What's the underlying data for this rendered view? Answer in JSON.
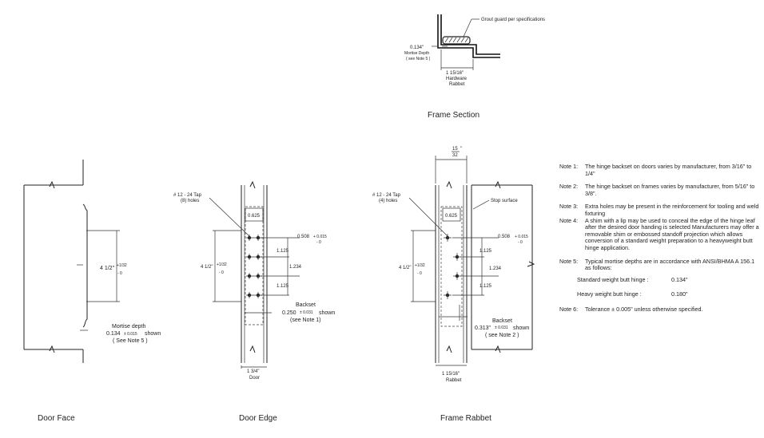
{
  "frame_section": {
    "grout_label": "Grout guard per specifications",
    "depth_value": "0.134\"",
    "depth_label": "Mortise Depth",
    "depth_note": "( see Note 5 )",
    "rabbet_value": "1 15/16\"",
    "rabbet_label_1": "Hardware",
    "rabbet_label_2": "Rabbet",
    "caption": "Frame Section"
  },
  "door_face": {
    "dim_value": "4 1/2\"",
    "dim_tol_plus": "+1/32",
    "dim_tol_minus": "- 0",
    "mortise_label": "Mortise depth",
    "mortise_value": "0.134",
    "mortise_tol": "± 0.015",
    "mortise_shown": "shown",
    "mortise_note": "( See Note 5 )",
    "caption": "Door Face"
  },
  "door_edge": {
    "tap_label_1": "# 12 - 24 Tap",
    "tap_label_2": "(8) holes",
    "top_dim": "0.625",
    "dim_0508": "0.508",
    "tol_0508_plus": "+ 0.015",
    "tol_0508_minus": "- 0",
    "dim_1125a": "1.125",
    "dim_1234": "1.234",
    "dim_1125b": "1.125",
    "height_value": "4 1/2\"",
    "height_tol_plus": "+1/32",
    "height_tol_minus": "- 0",
    "backset_label": "Backset",
    "backset_value": "0.250",
    "backset_tol": "± 0.031",
    "backset_shown": "shown",
    "backset_note": "(see Note 1)",
    "width_value": "1 3/4\"",
    "width_label": "Door",
    "caption": "Door Edge"
  },
  "frame_rabbet": {
    "top_num": "15",
    "top_den": "32",
    "top_unit": "\"",
    "tap_label_1": "# 12 - 24 Tap",
    "tap_label_2": "(4) holes",
    "stop_label": "Stop surface",
    "top_dim": "0.625",
    "dim_0508": "0.508",
    "tol_0508_plus": "+ 0.015",
    "tol_0508_minus": "- 0",
    "dim_1125a": "1.125",
    "dim_1234": "1.234",
    "dim_1125b": "1.125",
    "height_value": "4 1/2\"",
    "height_tol_plus": "+1/32",
    "height_tol_minus": "- 0",
    "backset_label": "Backset",
    "backset_value": "0.313\"",
    "backset_tol": "± 0.031",
    "backset_shown": "shown",
    "backset_note": "( see Note 2 )",
    "width_value": "1 15/16\"",
    "width_label": "Rabbet",
    "caption": "Frame Rabbet"
  },
  "notes": {
    "n1_key": "Note 1:",
    "n1_text": "The hinge backset on doors varies  by manufacturer, from 3/16\" to 1/4\"",
    "n2_key": "Note 2:",
    "n2_text": "The hinge backset on frames varies by manufacturer, from 5/16\" to 3/8\".",
    "n3_key": "Note 3:",
    "n3_text": "Extra holes may be present in the reinforcement for tooling and weld fixturing",
    "n4_key": "Note 4:",
    "n4_text": "A shim with a lip may be used to conceal the edge of the hinge leaf after the desired door handing is selected Manufacturers may offer a removable shim or embossed standoff projection which allows conversion of a standard weight preparation to a heavyweight butt hinge application.",
    "n5_key": "Note 5:",
    "n5_text": "Typical mortise depths are in accordance with ANSI/BHMA A 156.1 as follows:",
    "std_label": "Standard weight butt hinge :",
    "std_value": "0.134\"",
    "heavy_label": "Heavy weight butt hinge :",
    "heavy_value": "0.180\"",
    "n6_key": "Note 6:",
    "n6_text": "Tolerance ± 0.005\" unless otherwise specified."
  }
}
